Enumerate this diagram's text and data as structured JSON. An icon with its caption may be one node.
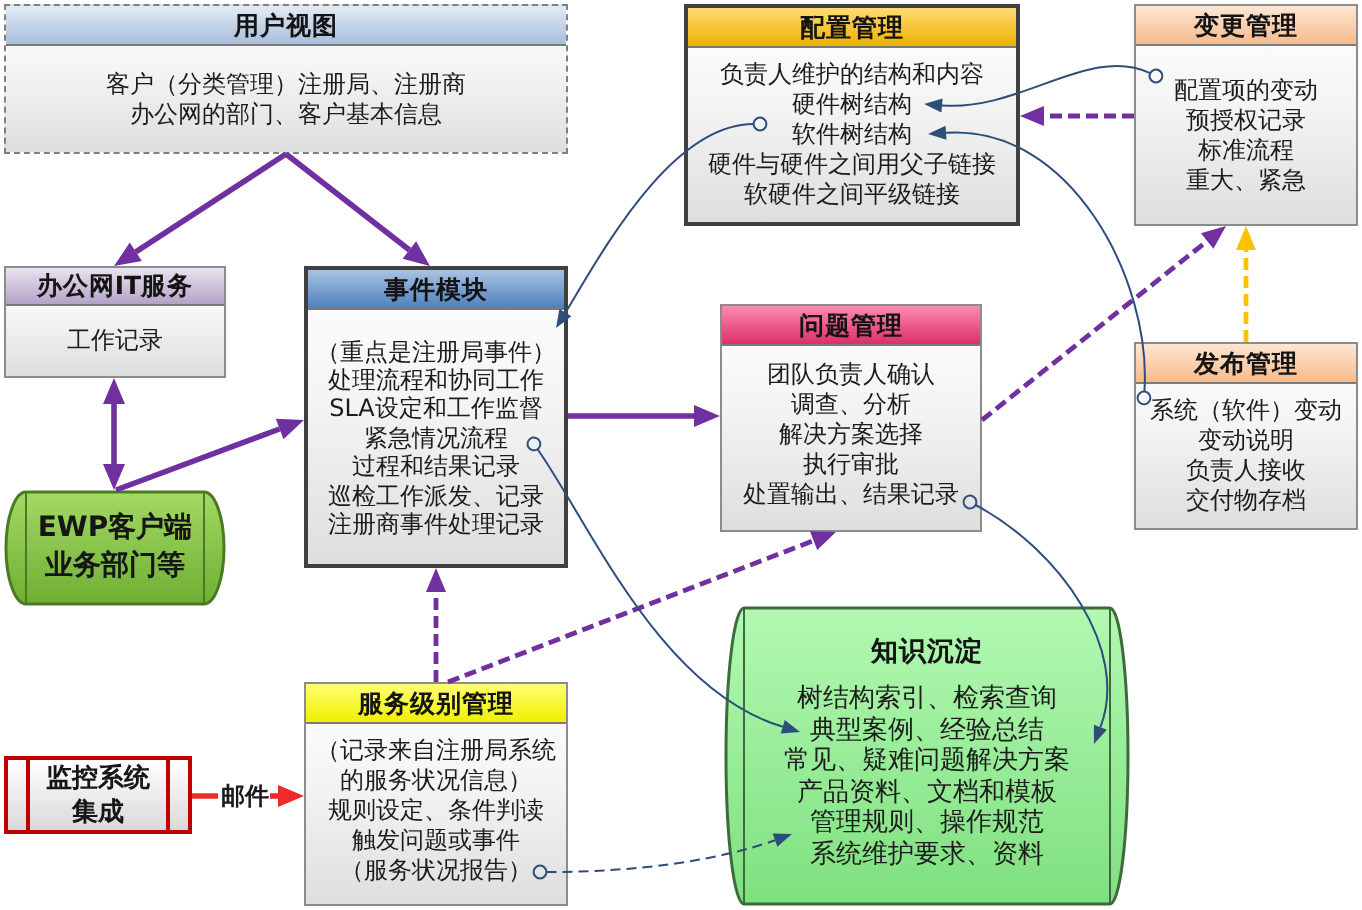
{
  "diagram": {
    "nodes": [
      {
        "text": [
          "用户视图",
          "客户（分类管理）注册局、注册商",
          "办公网的部门、客户基本信息"
        ]
      },
      {
        "text": [
          "配置管理",
          "负责人维护的结构和内容",
          "硬件树结构",
          "软件树结构",
          "硬件与硬件之间用父子链接",
          "软硬件之间平级链接"
        ]
      },
      {
        "text": [
          "变更管理",
          "配置项的变动",
          "预授权记录",
          "标准流程",
          "重大、紧急"
        ]
      },
      {
        "text": [
          "办公网IT服务",
          "工作记录"
        ]
      },
      {
        "text": [
          "事件模块",
          "（重点是注册局事件）",
          "处理流程和协同工作",
          "SLA设定和工作监督",
          "紧急情况流程",
          "过程和结果记录",
          "巡检工作派发、记录",
          "注册商事件处理记录"
        ]
      },
      {
        "text": [
          "问题管理",
          "团队负责人确认",
          "调查、分析",
          "解决方案选择",
          "执行审批",
          "处置输出、结果记录"
        ]
      },
      {
        "text": [
          "发布管理",
          "系统（软件）变动",
          "变动说明",
          "负责人接收",
          "交付物存档"
        ]
      },
      {
        "text": [
          "EWP客户端业务部门等"
        ]
      },
      {
        "text": [
          "服务级别管理",
          "（记录来自注册局系统的服务状况信息）",
          "规则设定、条件判读",
          "触发问题或事件",
          "（服务状况报告）"
        ]
      },
      {
        "text": [
          "监控系统集成"
        ]
      },
      {
        "text": [
          "知识沉淀",
          "树结构索引、检索查询",
          "典型案例、经验总结",
          "常见、疑难问题解决方案",
          "产品资料、文档和模板",
          "管理规则、操作规范",
          "系统维护要求、资料"
        ]
      }
    ],
    "edges": [
      {
        "from": 0,
        "to": 3,
        "arrow": "to"
      },
      {
        "from": 0,
        "to": 4,
        "arrow": "to"
      },
      {
        "from": 3,
        "to": 7,
        "arrow": "both"
      },
      {
        "from": 7,
        "to": 4,
        "arrow": "to"
      },
      {
        "from": 4,
        "to": 5,
        "arrow": "to"
      },
      {
        "from": 8,
        "to": 4,
        "arrow": "to",
        "style": "dashed"
      },
      {
        "from": 8,
        "to": 5,
        "arrow": "to",
        "style": "dashed"
      },
      {
        "from": 5,
        "to": 2,
        "arrow": "to",
        "style": "dashed"
      },
      {
        "from": 2,
        "to": 1,
        "arrow": "to",
        "style": "dashed"
      },
      {
        "from": 6,
        "to": 2,
        "arrow": "to",
        "style": "dashed",
        "color": "#ffc000"
      },
      {
        "from": 9,
        "to": 8,
        "arrow": "to",
        "label": "邮件",
        "color": "#ee2b2b"
      },
      {
        "from": 1,
        "to": 4,
        "arrow": "to",
        "color": "#2f4d7a"
      },
      {
        "from": 2,
        "to": 1,
        "arrow": "to",
        "color": "#2f4d7a"
      },
      {
        "from": 6,
        "to": 1,
        "arrow": "to",
        "color": "#2f4d7a"
      },
      {
        "from": 4,
        "to": 10,
        "arrow": "to",
        "color": "#2f4d7a"
      },
      {
        "from": 5,
        "to": 10,
        "arrow": "to",
        "color": "#2f4d7a"
      },
      {
        "from": 8,
        "to": 10,
        "arrow": "to",
        "style": "dashed",
        "color": "#2f4d7a"
      }
    ]
  }
}
